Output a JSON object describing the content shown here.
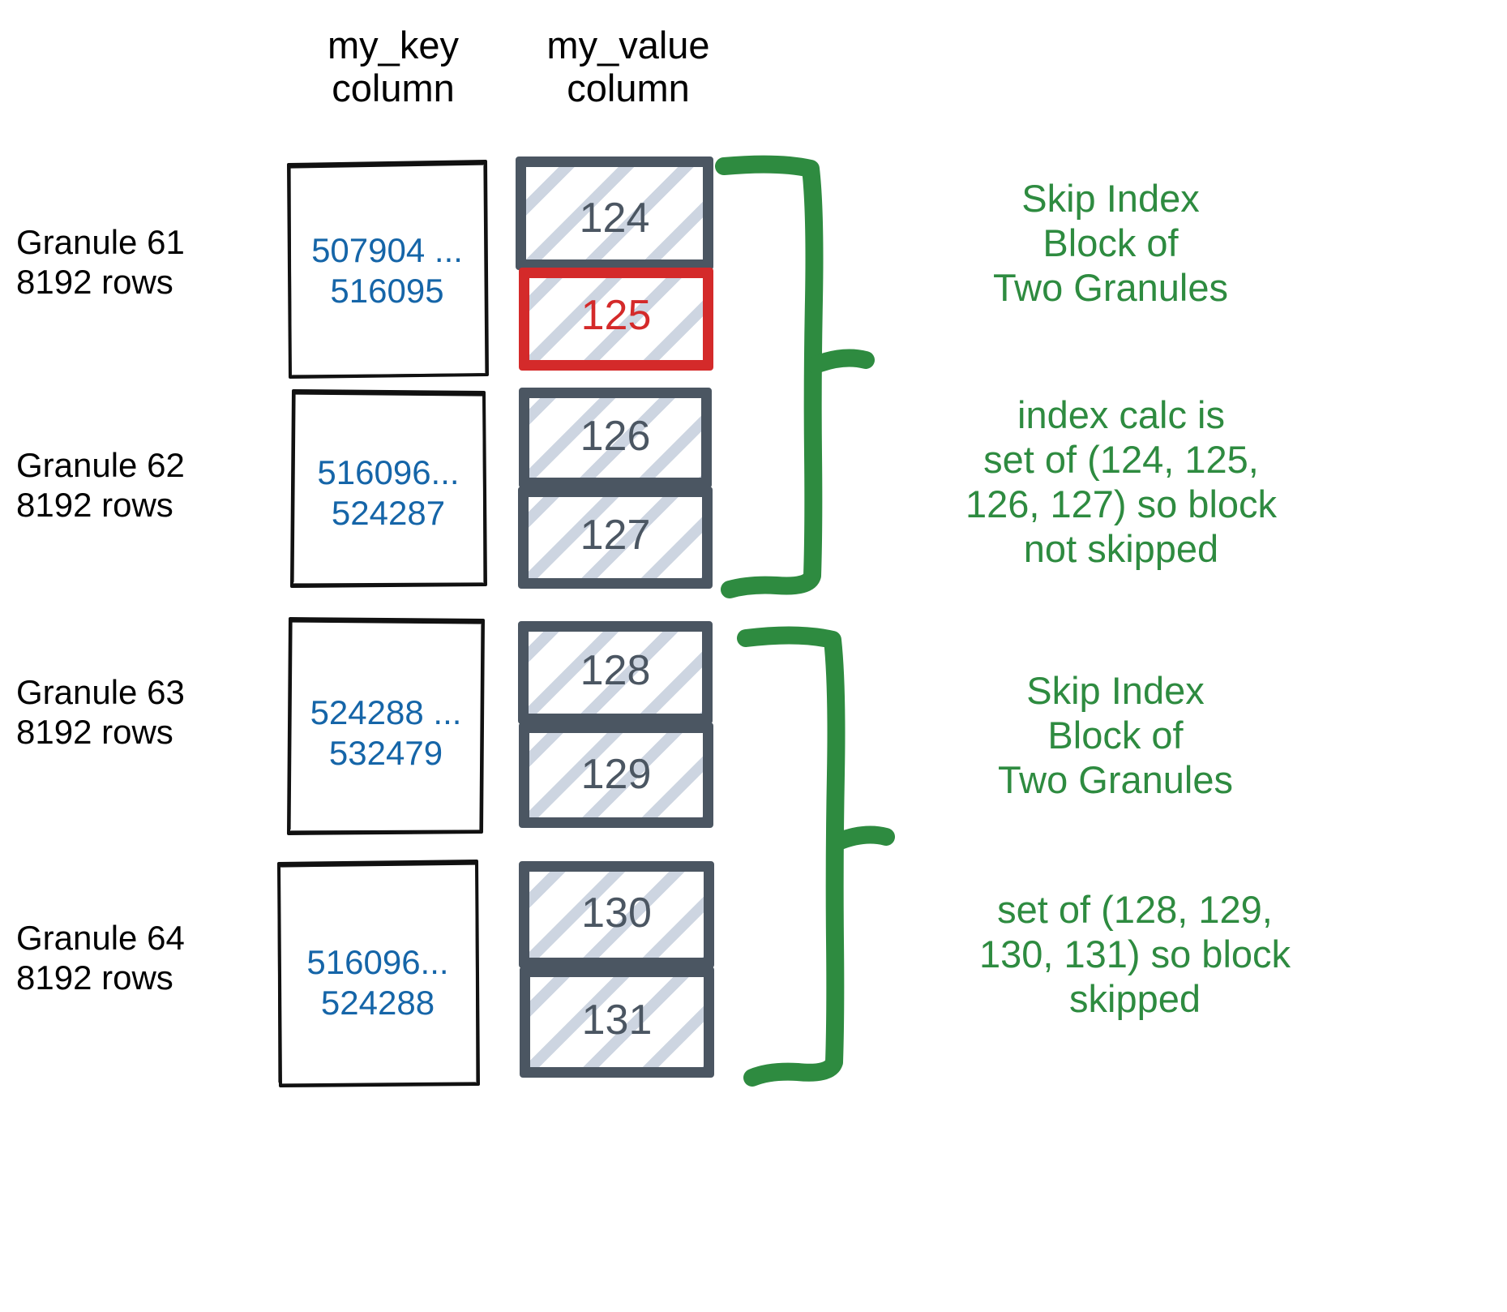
{
  "headers": {
    "key_column": "my_key\ncolumn",
    "value_column": "my_value\ncolumn"
  },
  "colors": {
    "key_text": "#1565a8",
    "value_border": "#4b5662",
    "highlight_red": "#d42a2a",
    "annotation_green": "#2e8b40",
    "hatch": "#cdd5e1",
    "label_black": "#000000"
  },
  "granules": [
    {
      "label": "Granule 61\n8192 rows",
      "key_range": "507904 ...\n516095",
      "values": [
        {
          "text": "124",
          "highlighted": false
        },
        {
          "text": "125",
          "highlighted": true
        }
      ]
    },
    {
      "label": "Granule 62\n8192 rows",
      "key_range": "516096...\n524287",
      "values": [
        {
          "text": "126",
          "highlighted": false
        },
        {
          "text": "127",
          "highlighted": false
        }
      ]
    },
    {
      "label": "Granule 63\n8192 rows",
      "key_range": "524288 ...\n532479",
      "values": [
        {
          "text": "128",
          "highlighted": false
        },
        {
          "text": "129",
          "highlighted": false
        }
      ]
    },
    {
      "label": "Granule 64\n8192 rows",
      "key_range": "516096...\n524288",
      "values": [
        {
          "text": "130",
          "highlighted": false
        },
        {
          "text": "131",
          "highlighted": false
        }
      ]
    }
  ],
  "annotations": [
    {
      "text": "Skip Index\nBlock of\nTwo Granules"
    },
    {
      "text": "index calc is\nset of (124, 125,\n126, 127) so block\nnot skipped"
    },
    {
      "text": "Skip Index\nBlock of\nTwo Granules"
    },
    {
      "text": "set of (128, 129,\n130, 131) so block\nskipped"
    }
  ]
}
